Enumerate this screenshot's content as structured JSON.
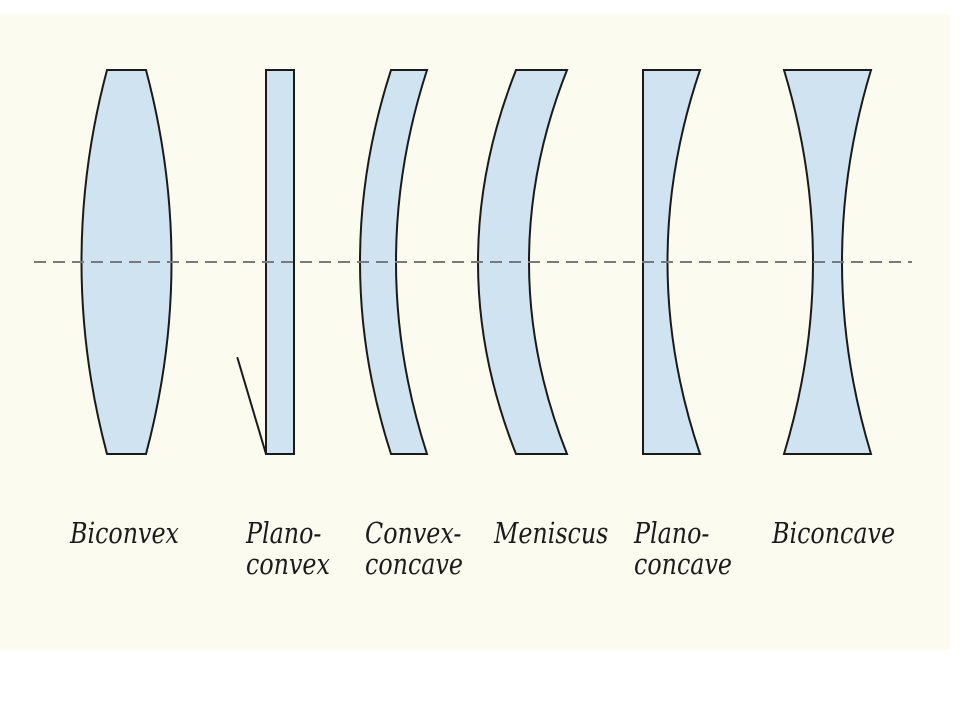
{
  "lenses": [
    {
      "name": "Biconvex",
      "label_line1": "Biconvex",
      "label_line2": ""
    },
    {
      "name": "Plano-convex",
      "label_line1": "Plano-",
      "label_line2": "convex"
    },
    {
      "name": "Convex-concave",
      "label_line1": "Convex-",
      "label_line2": "concave"
    },
    {
      "name": "Meniscus",
      "label_line1": "Meniscus",
      "label_line2": ""
    },
    {
      "name": "Plano-concave",
      "label_line1": "Plano-",
      "label_line2": "concave"
    },
    {
      "name": "Biconcave",
      "label_line1": "Biconcave",
      "label_line2": ""
    }
  ],
  "colors": {
    "lens_fill": "#cfe3f1",
    "outline": "#1a1a1a",
    "axis": "#7a7a7a",
    "panel": "#fcfbf0"
  }
}
